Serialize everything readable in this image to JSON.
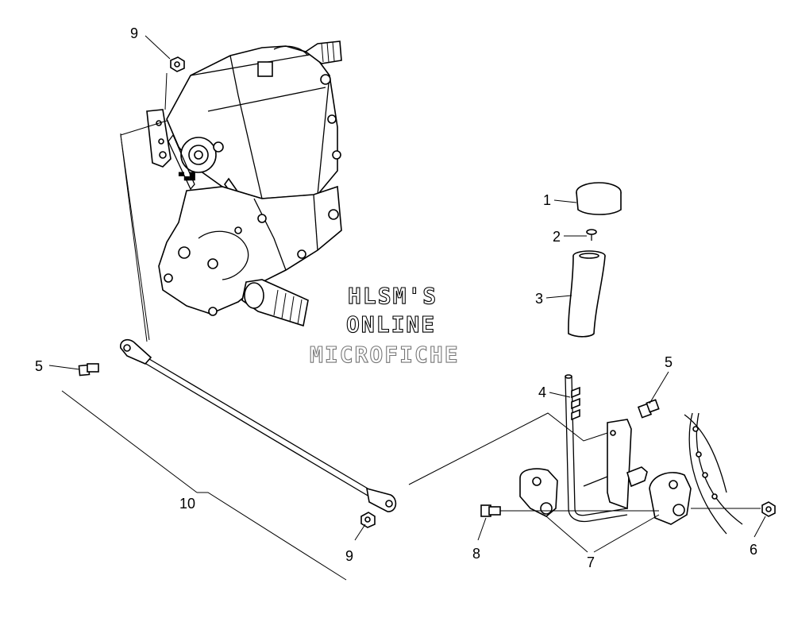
{
  "watermark": {
    "line1": "HLSM'S",
    "line2": "ONLINE",
    "line3": "MICROFICHE"
  },
  "callouts": {
    "c1": "1",
    "c2": "2",
    "c3": "3",
    "c4": "4",
    "c5_left": "5",
    "c5_right": "5",
    "c6": "6",
    "c7": "7",
    "c8": "8",
    "c9_top": "9",
    "c9_bottom": "9",
    "c10": "10"
  }
}
